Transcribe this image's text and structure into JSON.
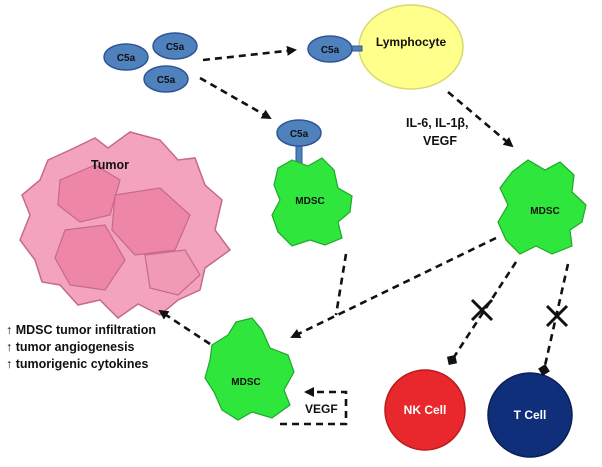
{
  "labels": {
    "c5a": "C5a",
    "lymphocyte": "Lymphocyte",
    "cytokines": [
      "IL-6, IL-1β,",
      "VEGF"
    ],
    "tumor": "Tumor",
    "mdsc": "MDSC",
    "vegf_loop": "VEGF",
    "nk_cell": "NK Cell",
    "t_cell": "T Cell"
  },
  "effects": [
    "↑ MDSC tumor infiltration",
    "↑ tumor angiogenesis",
    "↑ tumorigenic cytokines"
  ],
  "colors": {
    "c5a": "#4f81bd",
    "c5a_stroke": "#2f5597",
    "lymphocyte": "#ffff8c",
    "mdsc": "#2ee63c",
    "tumor": "#f4a3be",
    "nk_cell": "#e8282c",
    "t_cell": "#0f2f7a"
  }
}
